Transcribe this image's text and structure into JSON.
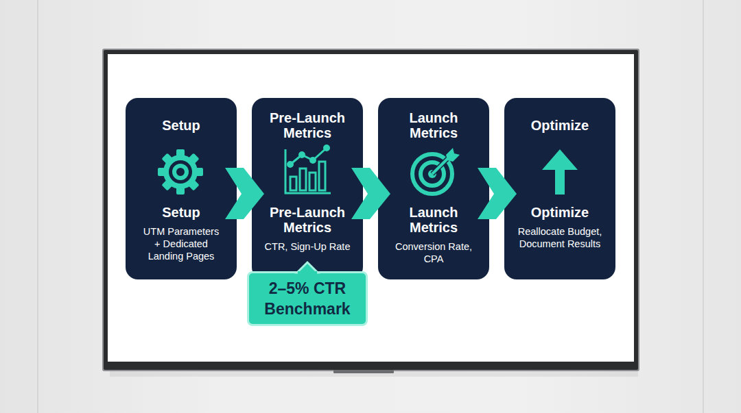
{
  "diagram": {
    "nodes": [
      {
        "text": [
          "Setup",
          "Setup",
          "UTM Parameters + Dedicated Landing Pages"
        ]
      },
      {
        "text": [
          "Pre-Launch Metrics",
          "Pre-Launch Metrics",
          "CTR, Sign-Up Rate"
        ]
      },
      {
        "text": [
          "Launch Metrics",
          "Launch Metrics",
          "Conversion Rate, CPA"
        ]
      },
      {
        "text": [
          "Optimize",
          "Optimize",
          "Reallocate Budget, Document Results"
        ]
      },
      {
        "text": [
          "2–5% CTR Benchmark"
        ]
      }
    ],
    "edges": [
      {
        "from": 0,
        "to": 1,
        "arrow": "to"
      },
      {
        "from": 1,
        "to": 2,
        "arrow": "to"
      },
      {
        "from": 2,
        "to": 3,
        "arrow": "to"
      }
    ]
  }
}
